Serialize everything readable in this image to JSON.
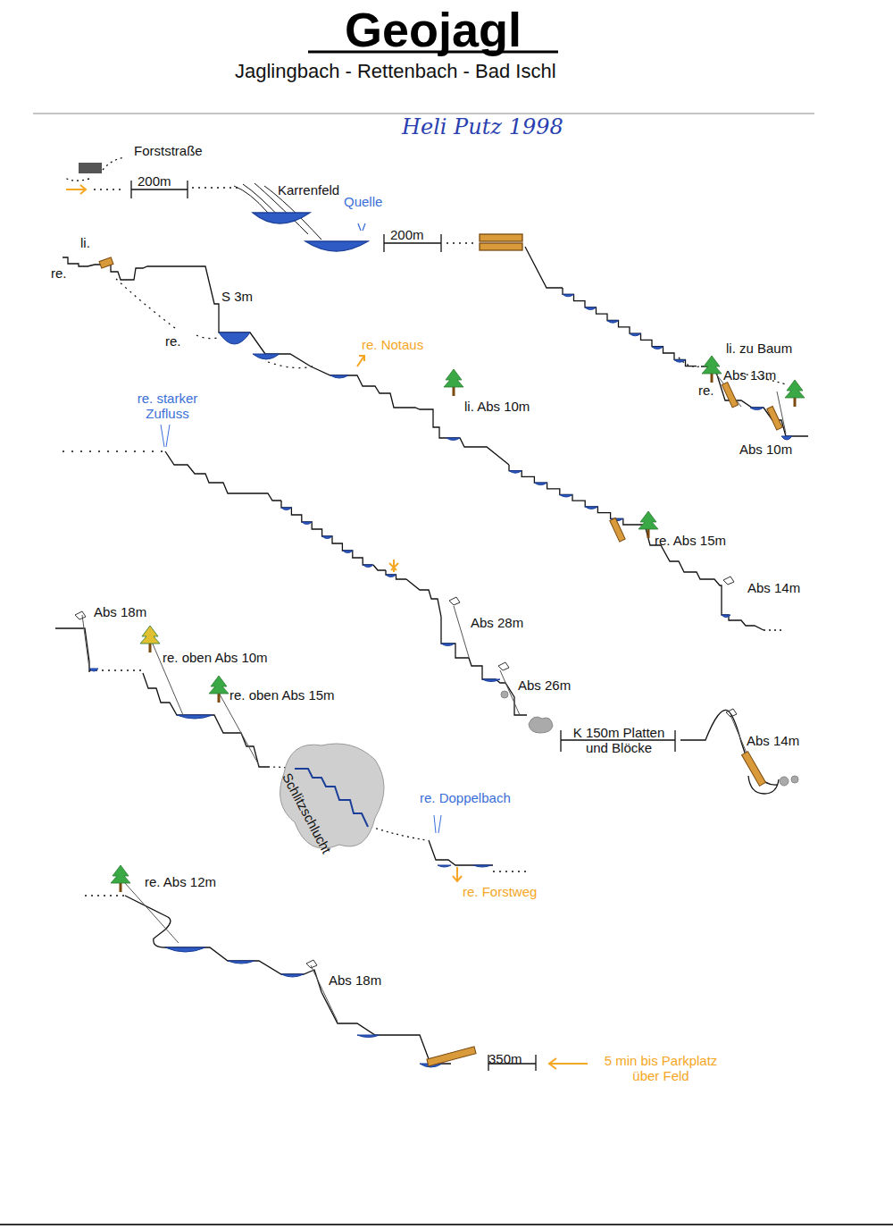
{
  "diagram": {
    "title": "Geojagl",
    "labels": [
      "Jaglingbach - Rettenbach - Bad Ischl",
      "Heli Putz 1998",
      "Forststraße",
      "200m",
      "Karrenfeld",
      "Quelle",
      "200m",
      "li.",
      "re.",
      "S 3m",
      "re.",
      "re. Notaus",
      "li. Abs 10m",
      "li. zu Baum",
      "Abs 13m",
      "re.",
      "Abs 10m",
      "re. starker Zufluss",
      "re. Abs 15m",
      "Abs 14m",
      "Abs 18m",
      "Abs 28m",
      "re. oben Abs 10m",
      "Abs 26m",
      "re. oben Abs 15m",
      "K 150m Platten und Blöcke",
      "Abs 14m",
      "Schlitzschlucht",
      "re. Doppelbach",
      "re. Forstweg",
      "re. Abs 12m",
      "Abs 18m",
      "350m",
      "5 min bis Parkplatz über Feld"
    ]
  }
}
